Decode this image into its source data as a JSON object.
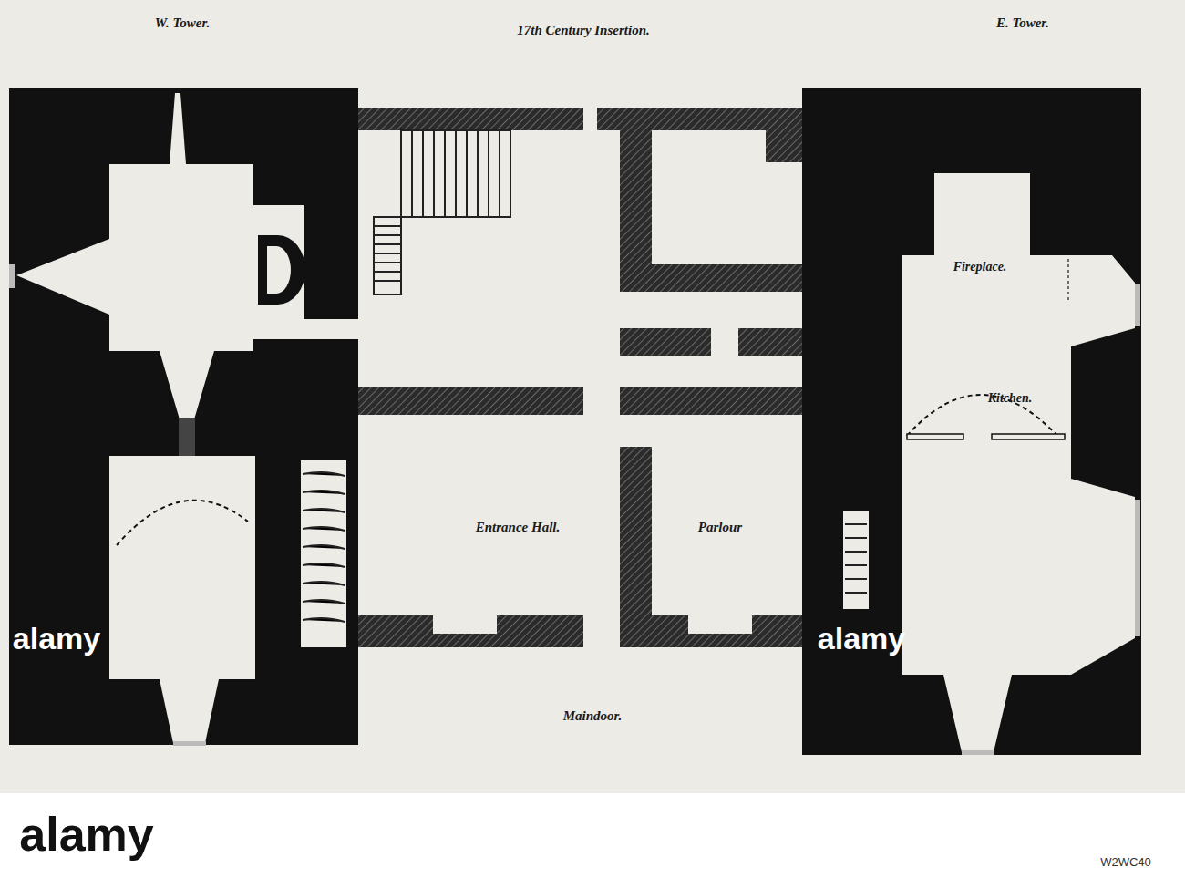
{
  "diagram": {
    "labels": [
      "W. Tower.",
      "17th Century Insertion.",
      "E. Tower.",
      "Fireplace.",
      "Kitchen.",
      "Entrance Hall.",
      "Parlour",
      "Maindoor.",
      "alamy",
      "alamy",
      "alamy",
      "W2WC40"
    ]
  }
}
